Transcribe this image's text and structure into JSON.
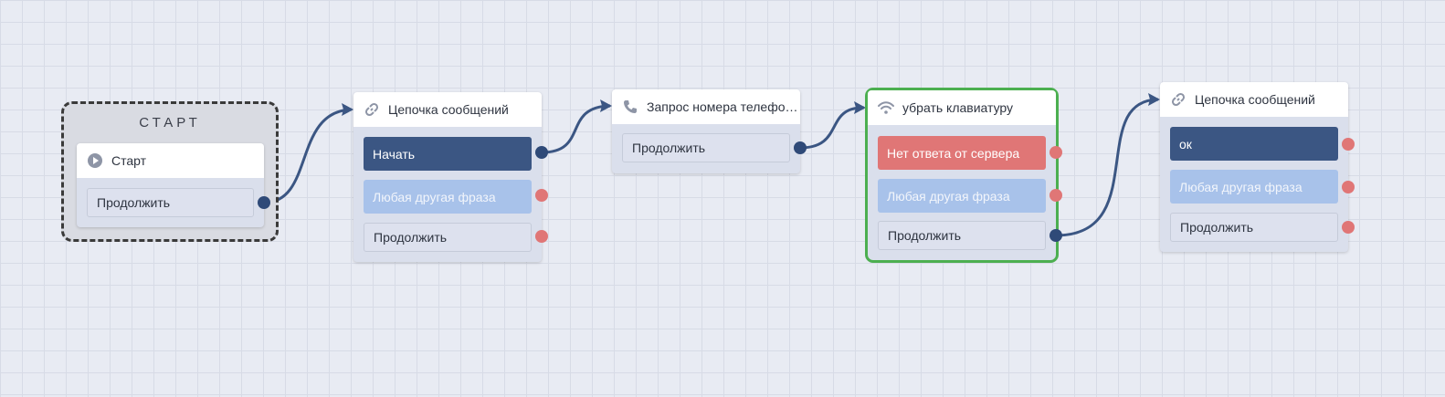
{
  "start": {
    "frame_label": "СТАРТ",
    "node_title": "Старт",
    "continue_label": "Продолжить"
  },
  "nodes": [
    {
      "icon": "link-icon",
      "title": "Цепочка сообщений",
      "buttons": [
        "Начать",
        "Любая другая фраза",
        "Продолжить"
      ]
    },
    {
      "icon": "phone-icon",
      "title": "Запрос номера телефо…",
      "buttons": [
        "Продолжить"
      ]
    },
    {
      "icon": "wifi-icon",
      "title": "убрать клавиатуру",
      "buttons": [
        "Нет ответа от сервера",
        "Любая другая фраза",
        "Продолжить"
      ]
    },
    {
      "icon": "link-icon",
      "title": "Цепочка сообщений",
      "buttons": [
        "ок",
        "Любая другая фраза",
        "Продолжить"
      ]
    }
  ],
  "colors": {
    "connector": "#3b5683",
    "button_dark": "#3b5683",
    "button_light": "#a8c2ea",
    "button_red": "#e07676",
    "selected_outline": "#4caf50",
    "open_port": "#e07676"
  }
}
